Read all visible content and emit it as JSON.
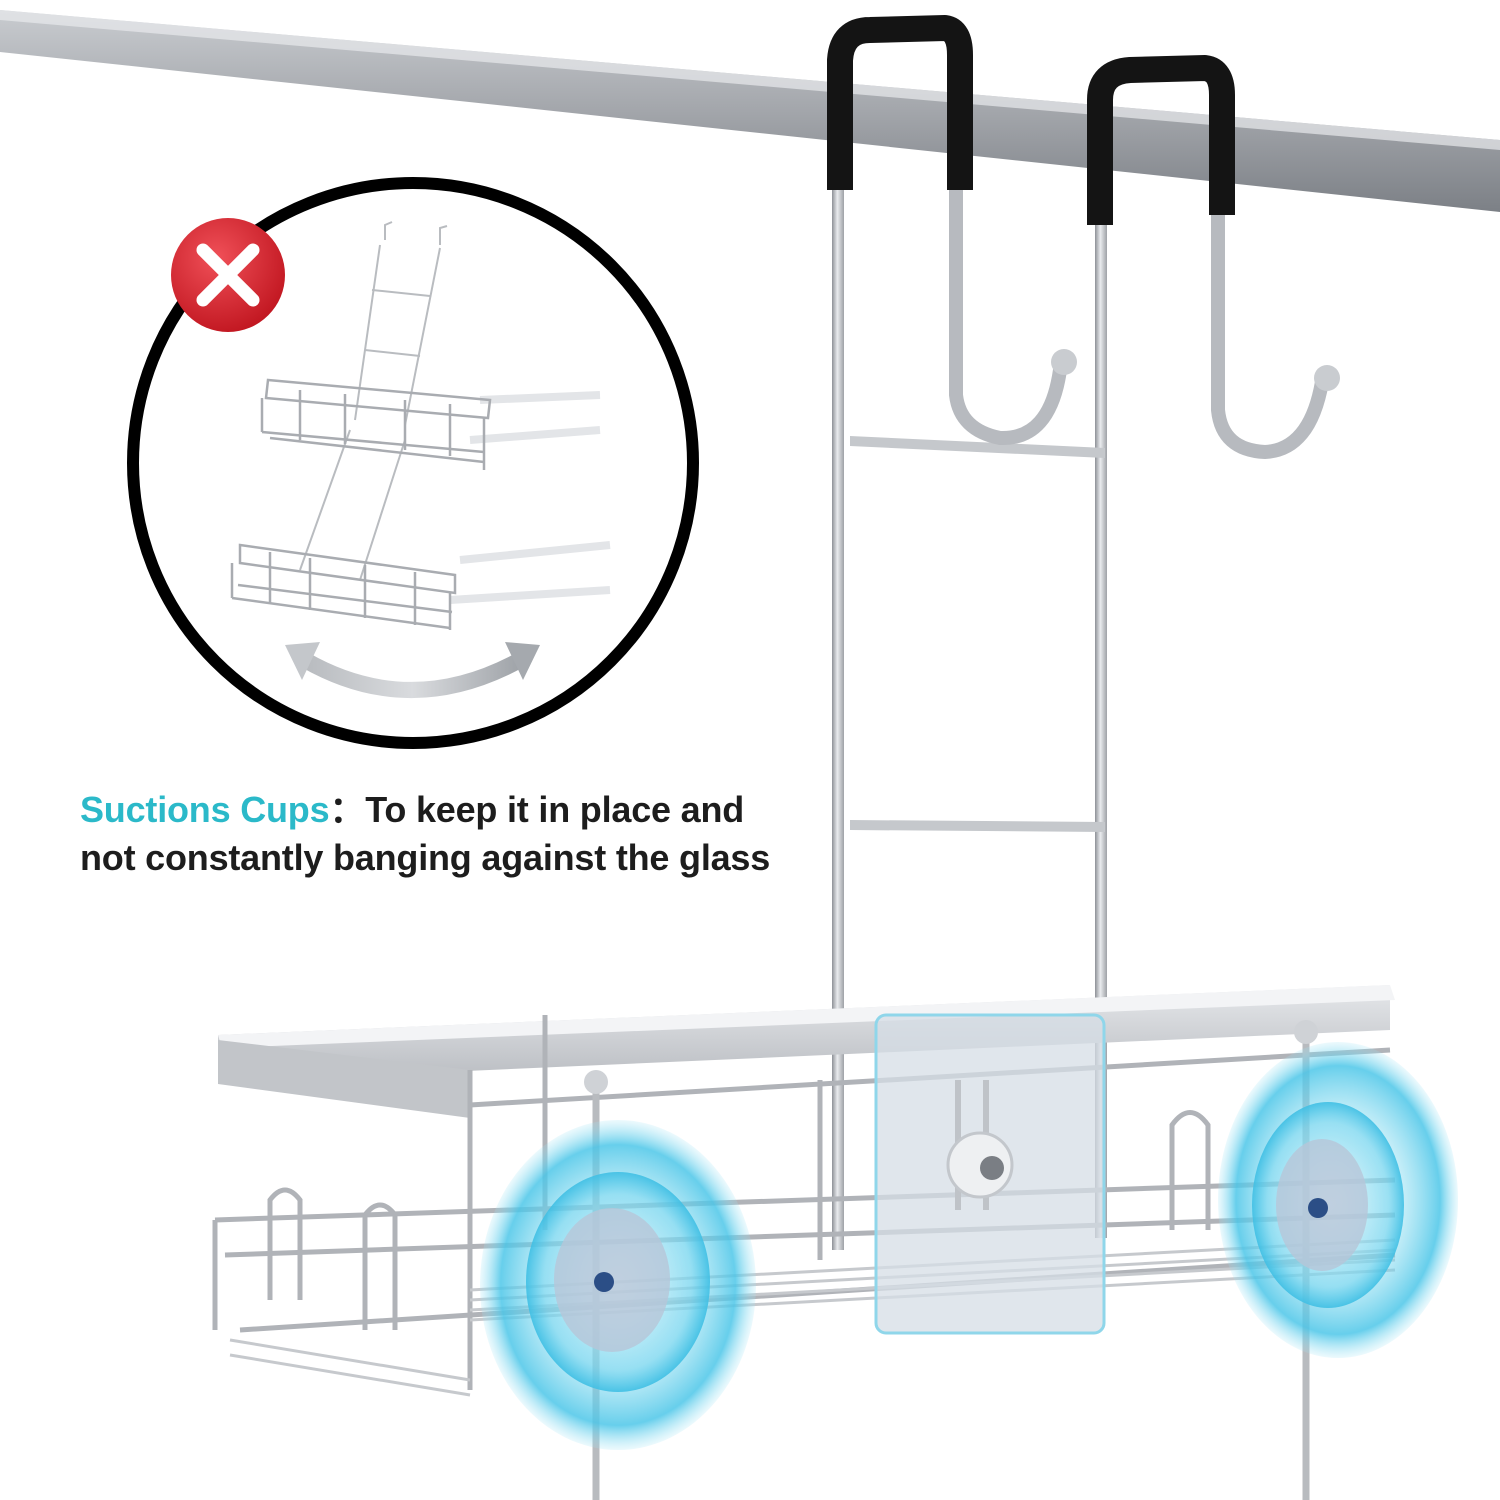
{
  "caption": {
    "highlight": "Suctions Cups",
    "separator": "：",
    "line1": "To keep it in place and",
    "line2": "not constantly banging against the glass"
  },
  "colors": {
    "accent": "#2bb9c9",
    "error_badge": "#d9202a",
    "suction_glow": "#5fd0ea",
    "hook_cap": "#141414",
    "frame_outline": "#000000"
  },
  "icons": {
    "error": "x-mark-icon",
    "swing": "double-arrow-curve-icon"
  }
}
